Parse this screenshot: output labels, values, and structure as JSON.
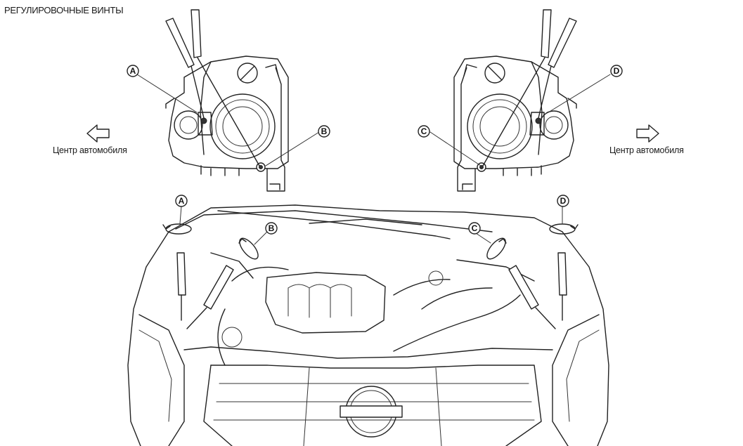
{
  "title": "РЕГУЛИРОВОЧНЫЕ ВИНТЫ",
  "labels": {
    "left_direction": "Центр автомобиля",
    "right_direction": "Центр автомобиля"
  },
  "callouts": {
    "a": "A",
    "b": "B",
    "c": "C",
    "d": "D"
  },
  "icons": {
    "left_arrow": "arrow-left-outline",
    "right_arrow": "arrow-right-outline",
    "rotation": "rotation-arrow"
  }
}
